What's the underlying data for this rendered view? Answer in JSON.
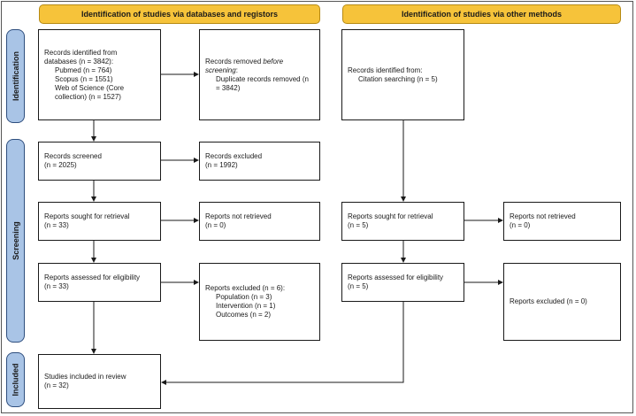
{
  "headers": {
    "databases": "Identification of studies via databases and registors",
    "other": "Identification of studies via other methods"
  },
  "stages": {
    "identification": "Identification",
    "screening": "Screening",
    "included": "Included"
  },
  "left": {
    "identified": {
      "line1": "Records identified from",
      "line2": "databases (n = 3842):",
      "pubmed": "Pubmed (n = 764)",
      "scopus": "Scopus (n = 1551)",
      "wos1": "Web of Science (Core",
      "wos2": "collection) (n = 1527)"
    },
    "removed": {
      "line1": "Records removed",
      "line1_em": "before",
      "line2_em": "screening",
      "line2_rest": ":",
      "dup1": "Duplicate records removed (n",
      "dup2": "= 3842)"
    },
    "screened": {
      "label": "Records screened",
      "n": "(n = 2025)"
    },
    "excluded": {
      "label": "Records excluded",
      "n": "(n = 1992)"
    },
    "sought": {
      "label": "Reports sought for retrieval",
      "n": "(n = 33)"
    },
    "not_retrieved": {
      "label": "Reports not retrieved",
      "n": "(n = 0)"
    },
    "assessed": {
      "label": "Reports assessed for eligibility",
      "n": "(n = 33)"
    },
    "reports_excluded": {
      "label": "Reports excluded (n = 6):",
      "population": "Population (n = 3)",
      "intervention": "Intervention (n = 1)",
      "outcomes": "Outcomes (n = 2)"
    },
    "included": {
      "label": "Studies included in review",
      "n": "(n = 32)"
    }
  },
  "right": {
    "identified": {
      "label": "Records identified from:",
      "citation": "Citation searching (n = 5)"
    },
    "sought": {
      "label": "Reports sought for retrieval",
      "n": "(n = 5)"
    },
    "not_retrieved": {
      "label": "Reports not retrieved",
      "n": "(n = 0)"
    },
    "assessed": {
      "label": "Reports assessed for eligibility",
      "n": "(n = 5)"
    },
    "excluded": {
      "label": "Reports excluded (n = 0)"
    }
  },
  "colors": {
    "banner": "#f6c33a",
    "stage": "#a9c4e6",
    "line": "#1a1a1a"
  }
}
